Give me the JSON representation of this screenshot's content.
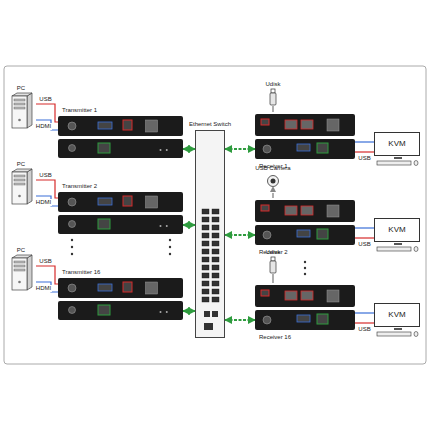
{
  "diagram": {
    "nodes": [
      {
        "text": [
          "PC"
        ]
      },
      {
        "text": [
          "Transmitter 1"
        ]
      },
      {
        "text": [
          "PC"
        ]
      },
      {
        "text": [
          "Transmitter 2"
        ]
      },
      {
        "text": [
          "PC"
        ]
      },
      {
        "text": [
          "Transmitter 16"
        ]
      },
      {
        "text": [
          "Ethernet Switch"
        ]
      },
      {
        "text": [
          "Udisk"
        ]
      },
      {
        "text": [
          "Receiver 1"
        ]
      },
      {
        "text": [
          "KVM"
        ]
      },
      {
        "text": [
          "USB Camera"
        ]
      },
      {
        "text": [
          "Receiver 2"
        ]
      },
      {
        "text": [
          "KVM"
        ]
      },
      {
        "text": [
          "Udisk"
        ]
      },
      {
        "text": [
          "Receiver 16"
        ]
      },
      {
        "text": [
          "KVM"
        ]
      }
    ],
    "edges": [
      {
        "from": 0,
        "to": 1,
        "label": "USB",
        "arrow": "none"
      },
      {
        "from": 0,
        "to": 1,
        "label": "HDMI",
        "arrow": "none"
      },
      {
        "from": 2,
        "to": 3,
        "label": "USB",
        "arrow": "none"
      },
      {
        "from": 2,
        "to": 3,
        "label": "HDMI",
        "arrow": "none"
      },
      {
        "from": 4,
        "to": 5,
        "label": "USB",
        "arrow": "none"
      },
      {
        "from": 4,
        "to": 5,
        "label": "HDMI",
        "arrow": "none"
      },
      {
        "from": 1,
        "to": 6,
        "arrow": "both"
      },
      {
        "from": 3,
        "to": 6,
        "arrow": "both"
      },
      {
        "from": 5,
        "to": 6,
        "arrow": "both"
      },
      {
        "from": 6,
        "to": 8,
        "arrow": "both"
      },
      {
        "from": 6,
        "to": 11,
        "arrow": "both"
      },
      {
        "from": 6,
        "to": 14,
        "arrow": "both"
      },
      {
        "from": 7,
        "to": 8,
        "arrow": "none"
      },
      {
        "from": 10,
        "to": 11,
        "arrow": "none"
      },
      {
        "from": 13,
        "to": 14,
        "arrow": "none"
      },
      {
        "from": 8,
        "to": 9,
        "label": "USB",
        "arrow": "none"
      },
      {
        "from": 8,
        "to": 9,
        "arrow": "none"
      },
      {
        "from": 11,
        "to": 12,
        "label": "USB",
        "arrow": "none"
      },
      {
        "from": 11,
        "to": 12,
        "arrow": "none"
      },
      {
        "from": 14,
        "to": 15,
        "label": "USB",
        "arrow": "none"
      },
      {
        "from": 14,
        "to": 15,
        "arrow": "none"
      }
    ]
  }
}
